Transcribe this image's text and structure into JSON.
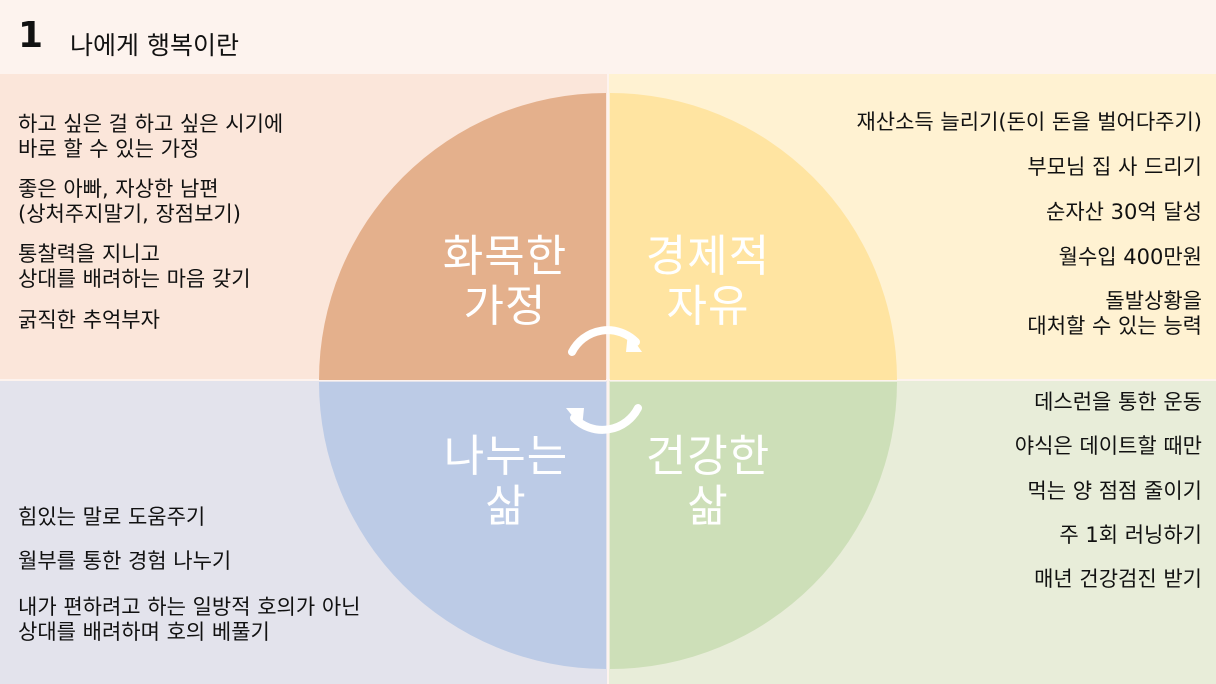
{
  "header": {
    "slide_number": "1",
    "title": "나에게 행복이란"
  },
  "quadrants": {
    "family": {
      "label_line1": "화목한",
      "label_line2": "가정",
      "color": "#e4b08c",
      "items": [
        "하고 싶은 걸 하고 싶은 시기에\n바로 할 수 있는 가정",
        "좋은 아빠, 자상한 남편\n(상처주지말기, 장점보기)",
        "통찰력을 지니고\n상대를 배려하는 마음 갖기",
        "굵직한 추억부자"
      ]
    },
    "finance": {
      "label_line1": "경제적",
      "label_line2": "자유",
      "color": "#ffe4a1",
      "items": [
        "재산소득 늘리기(돈이 돈을 벌어다주기)",
        "부모님 집 사 드리기",
        "순자산 30억 달성",
        "월수입 400만원",
        "돌발상황을\n대처할 수 있는 능력"
      ]
    },
    "sharing": {
      "label_line1": "나누는",
      "label_line2": "삶",
      "color": "#bccbe6",
      "items": [
        "힘있는 말로 도움주기",
        "월부를 통한 경험 나누기",
        "내가 편하려고 하는 일방적 호의가 아닌\n상대를 배려하며 호의 베풀기"
      ]
    },
    "health": {
      "label_line1": "건강한",
      "label_line2": "삶",
      "color": "#cddfb8",
      "items": [
        "데스런을 통한 운동",
        "야식은 데이트할 때만",
        "먹는 양 점점 줄이기",
        "주 1회 러닝하기",
        "매년 건강검진 받기"
      ]
    }
  },
  "icons": {
    "cycle": "circular-arrows-icon"
  }
}
